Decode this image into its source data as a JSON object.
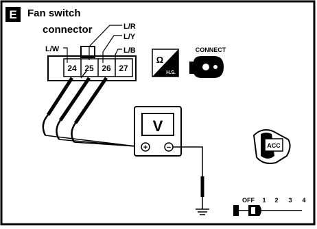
{
  "panel": {
    "badge": "E",
    "title_line1": "Fan switch",
    "title_line2": "connector"
  },
  "wire_labels": {
    "lw": "L/W",
    "lr": "L/R",
    "ly": "L/Y",
    "lb": "L/B"
  },
  "pins": [
    "24",
    "25",
    "26",
    "27"
  ],
  "connect_label": "CONNECT",
  "ohm_symbol": "Ω",
  "hs_label": "H.S.",
  "meter": {
    "display": "V",
    "plus": "+",
    "minus": "−"
  },
  "ignition": {
    "acc_label": "ACC",
    "positions": [
      "OFF",
      "1",
      "2",
      "3",
      "4"
    ]
  },
  "colors": {
    "ink": "#000000",
    "paper": "#ffffff"
  }
}
